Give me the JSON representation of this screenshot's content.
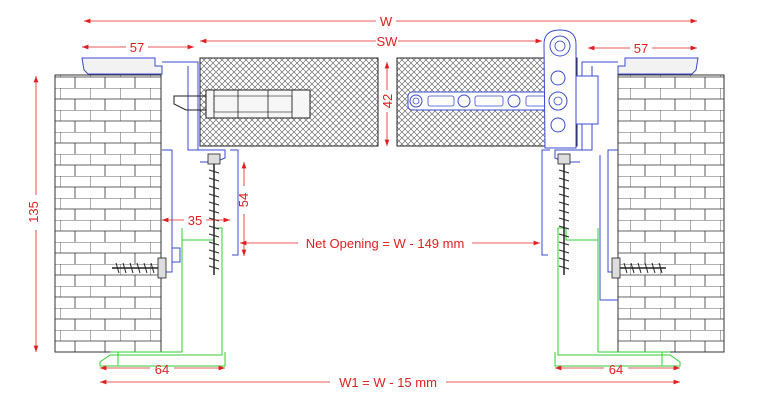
{
  "dimensions": {
    "overall_width": "W",
    "sash_width": "SW",
    "left_frame_depth": "57",
    "right_frame_depth": "57",
    "leaf_thickness": "42",
    "wall_depth": "135",
    "fixing_offset": "35",
    "fixing_height": "54",
    "left_trim_depth": "64",
    "right_trim_depth": "64",
    "net_opening": "Net Opening = W - 149 mm",
    "w1": "W1 = W - 15 mm"
  },
  "colors": {
    "dimension": "#e02020",
    "frame": "#3a4bd0",
    "architrave": "#33cc33",
    "outline": "#222222"
  }
}
